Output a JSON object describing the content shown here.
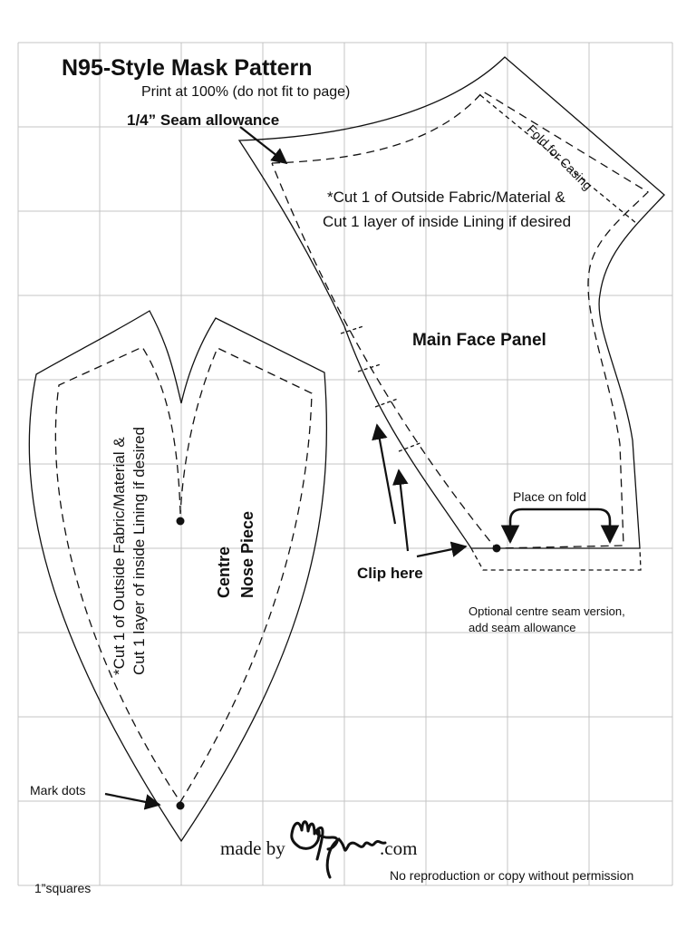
{
  "header": {
    "title": "N95-Style Mask Pattern",
    "subtitle": "Print at 100% (do not fit to page)"
  },
  "labels": {
    "seam_allowance": "1/4” Seam allowance",
    "fold_for_casing": "Fold for Casing",
    "main_cut_line1": "*Cut 1 of Outside Fabric/Material &",
    "main_cut_line2": "Cut 1 layer of inside Lining if desired",
    "main_face_panel": "Main Face Panel",
    "place_on_fold": "Place on fold",
    "clip_here": "Clip here",
    "optional_line1": "Optional centre seam version,",
    "optional_line2": "add seam allowance",
    "nose_cut_line1": "*Cut 1 of Outside Fabric/Material &",
    "nose_cut_line2": "Cut 1 layer of inside Lining if desired",
    "centre": "Centre",
    "nose_piece": "Nose Piece",
    "mark_dots": "Mark dots"
  },
  "footer": {
    "made_by": "made by",
    "signature": "Barb",
    "dotcom": ".com",
    "no_reproduction": "No reproduction or copy without permission",
    "grid_note": "1”squares"
  },
  "colors": {
    "grid": "#c4c4c4",
    "line": "#111111"
  }
}
